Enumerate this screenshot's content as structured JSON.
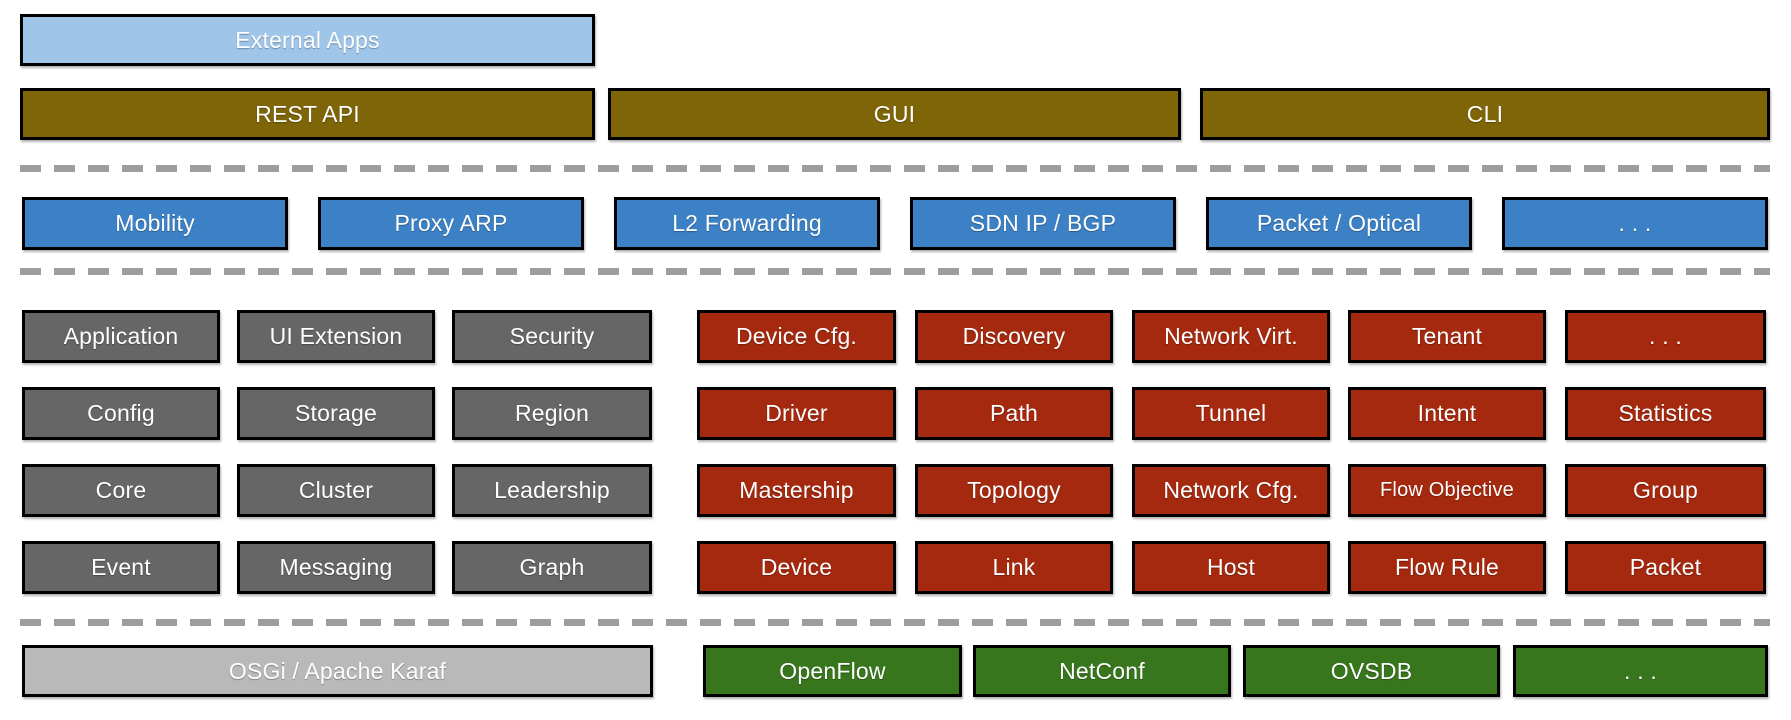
{
  "colors": {
    "light_blue": "#9fc5e8",
    "olive": "#7e6508",
    "blue": "#3c81c5",
    "gray": "#666666",
    "red": "#a5290f",
    "green": "#38761d",
    "light_gray": "#b9b9b9",
    "border": "#000000",
    "dash": "#9d9d9d"
  },
  "boxes": {
    "external_apps": "External Apps",
    "api": [
      "REST API",
      "GUI",
      "CLI"
    ],
    "apps": [
      "Mobility",
      "Proxy ARP",
      "L2 Forwarding",
      "SDN IP / BGP",
      "Packet / Optical",
      ". . ."
    ],
    "distributed_core": [
      [
        "Application",
        "UI Extension",
        "Security"
      ],
      [
        "Config",
        "Storage",
        "Region"
      ],
      [
        "Core",
        "Cluster",
        "Leadership"
      ],
      [
        "Event",
        "Messaging",
        "Graph"
      ]
    ],
    "subsystems": [
      [
        "Device Cfg.",
        "Discovery",
        "Network Virt.",
        "Tenant",
        ". . ."
      ],
      [
        "Driver",
        "Path",
        "Tunnel",
        "Intent",
        "Statistics"
      ],
      [
        "Mastership",
        "Topology",
        "Network Cfg.",
        "Flow Objective",
        "Group"
      ],
      [
        "Device",
        "Link",
        "Host",
        "Flow Rule",
        "Packet"
      ]
    ],
    "platform": "OSGi / Apache Karaf",
    "protocols": [
      "OpenFlow",
      "NetConf",
      "OVSDB",
      ". . ."
    ]
  }
}
